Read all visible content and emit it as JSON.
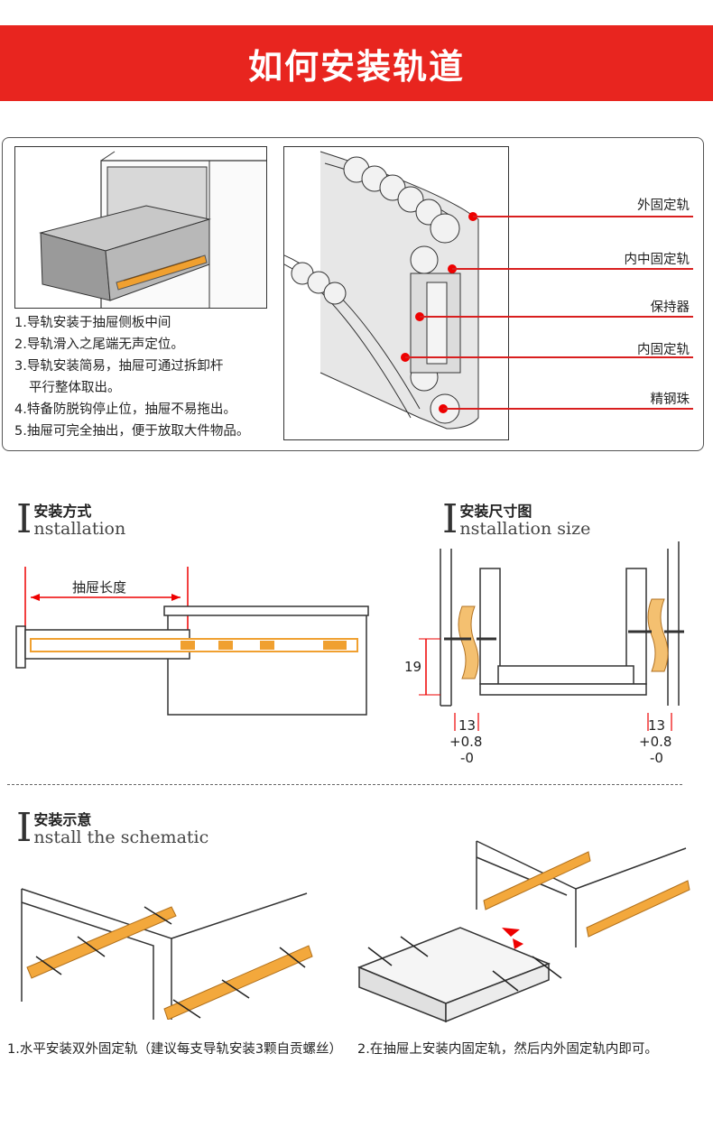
{
  "banner": {
    "title": "如何安装轨道"
  },
  "intro_steps": [
    "1.导轨安装于抽屉侧板中间",
    "2.导轨滑入之尾端无声定位。",
    "3.导轨安装简易，抽屉可通过拆卸杆",
    "平行整体取出。",
    "4.特备防脱钩停止位，抽屉不易拖出。",
    "5.抽屉可完全抽出，便于放取大件物品。"
  ],
  "callouts": [
    "外固定轨",
    "内中固定轨",
    "保持器",
    "内固定轨",
    "精钢珠"
  ],
  "section_installation": {
    "title_cn": "安装方式",
    "title_en": "nstallation",
    "length_label": "抽屉长度"
  },
  "section_size": {
    "title_cn": "安装尺寸图",
    "title_en": "nstallation size",
    "height_label": "19",
    "left_gap": "13",
    "left_tol_plus": "+0.8",
    "left_tol_minus": "-0",
    "right_gap": "13",
    "right_tol_plus": "+0.8",
    "right_tol_minus": "-0"
  },
  "section_schematic": {
    "title_cn": "安装示意",
    "title_en": "nstall the schematic",
    "caption_left": "1.水平安装双外固定轨（建议每支导轨安装3颗自贡螺丝）",
    "caption_right": "2.在抽屉上安装内固定轨，然后内外固定轨内即可。"
  },
  "colors": {
    "banner": "#e8251f",
    "accent_red": "#e00000",
    "rail_orange": "#f0a030"
  }
}
